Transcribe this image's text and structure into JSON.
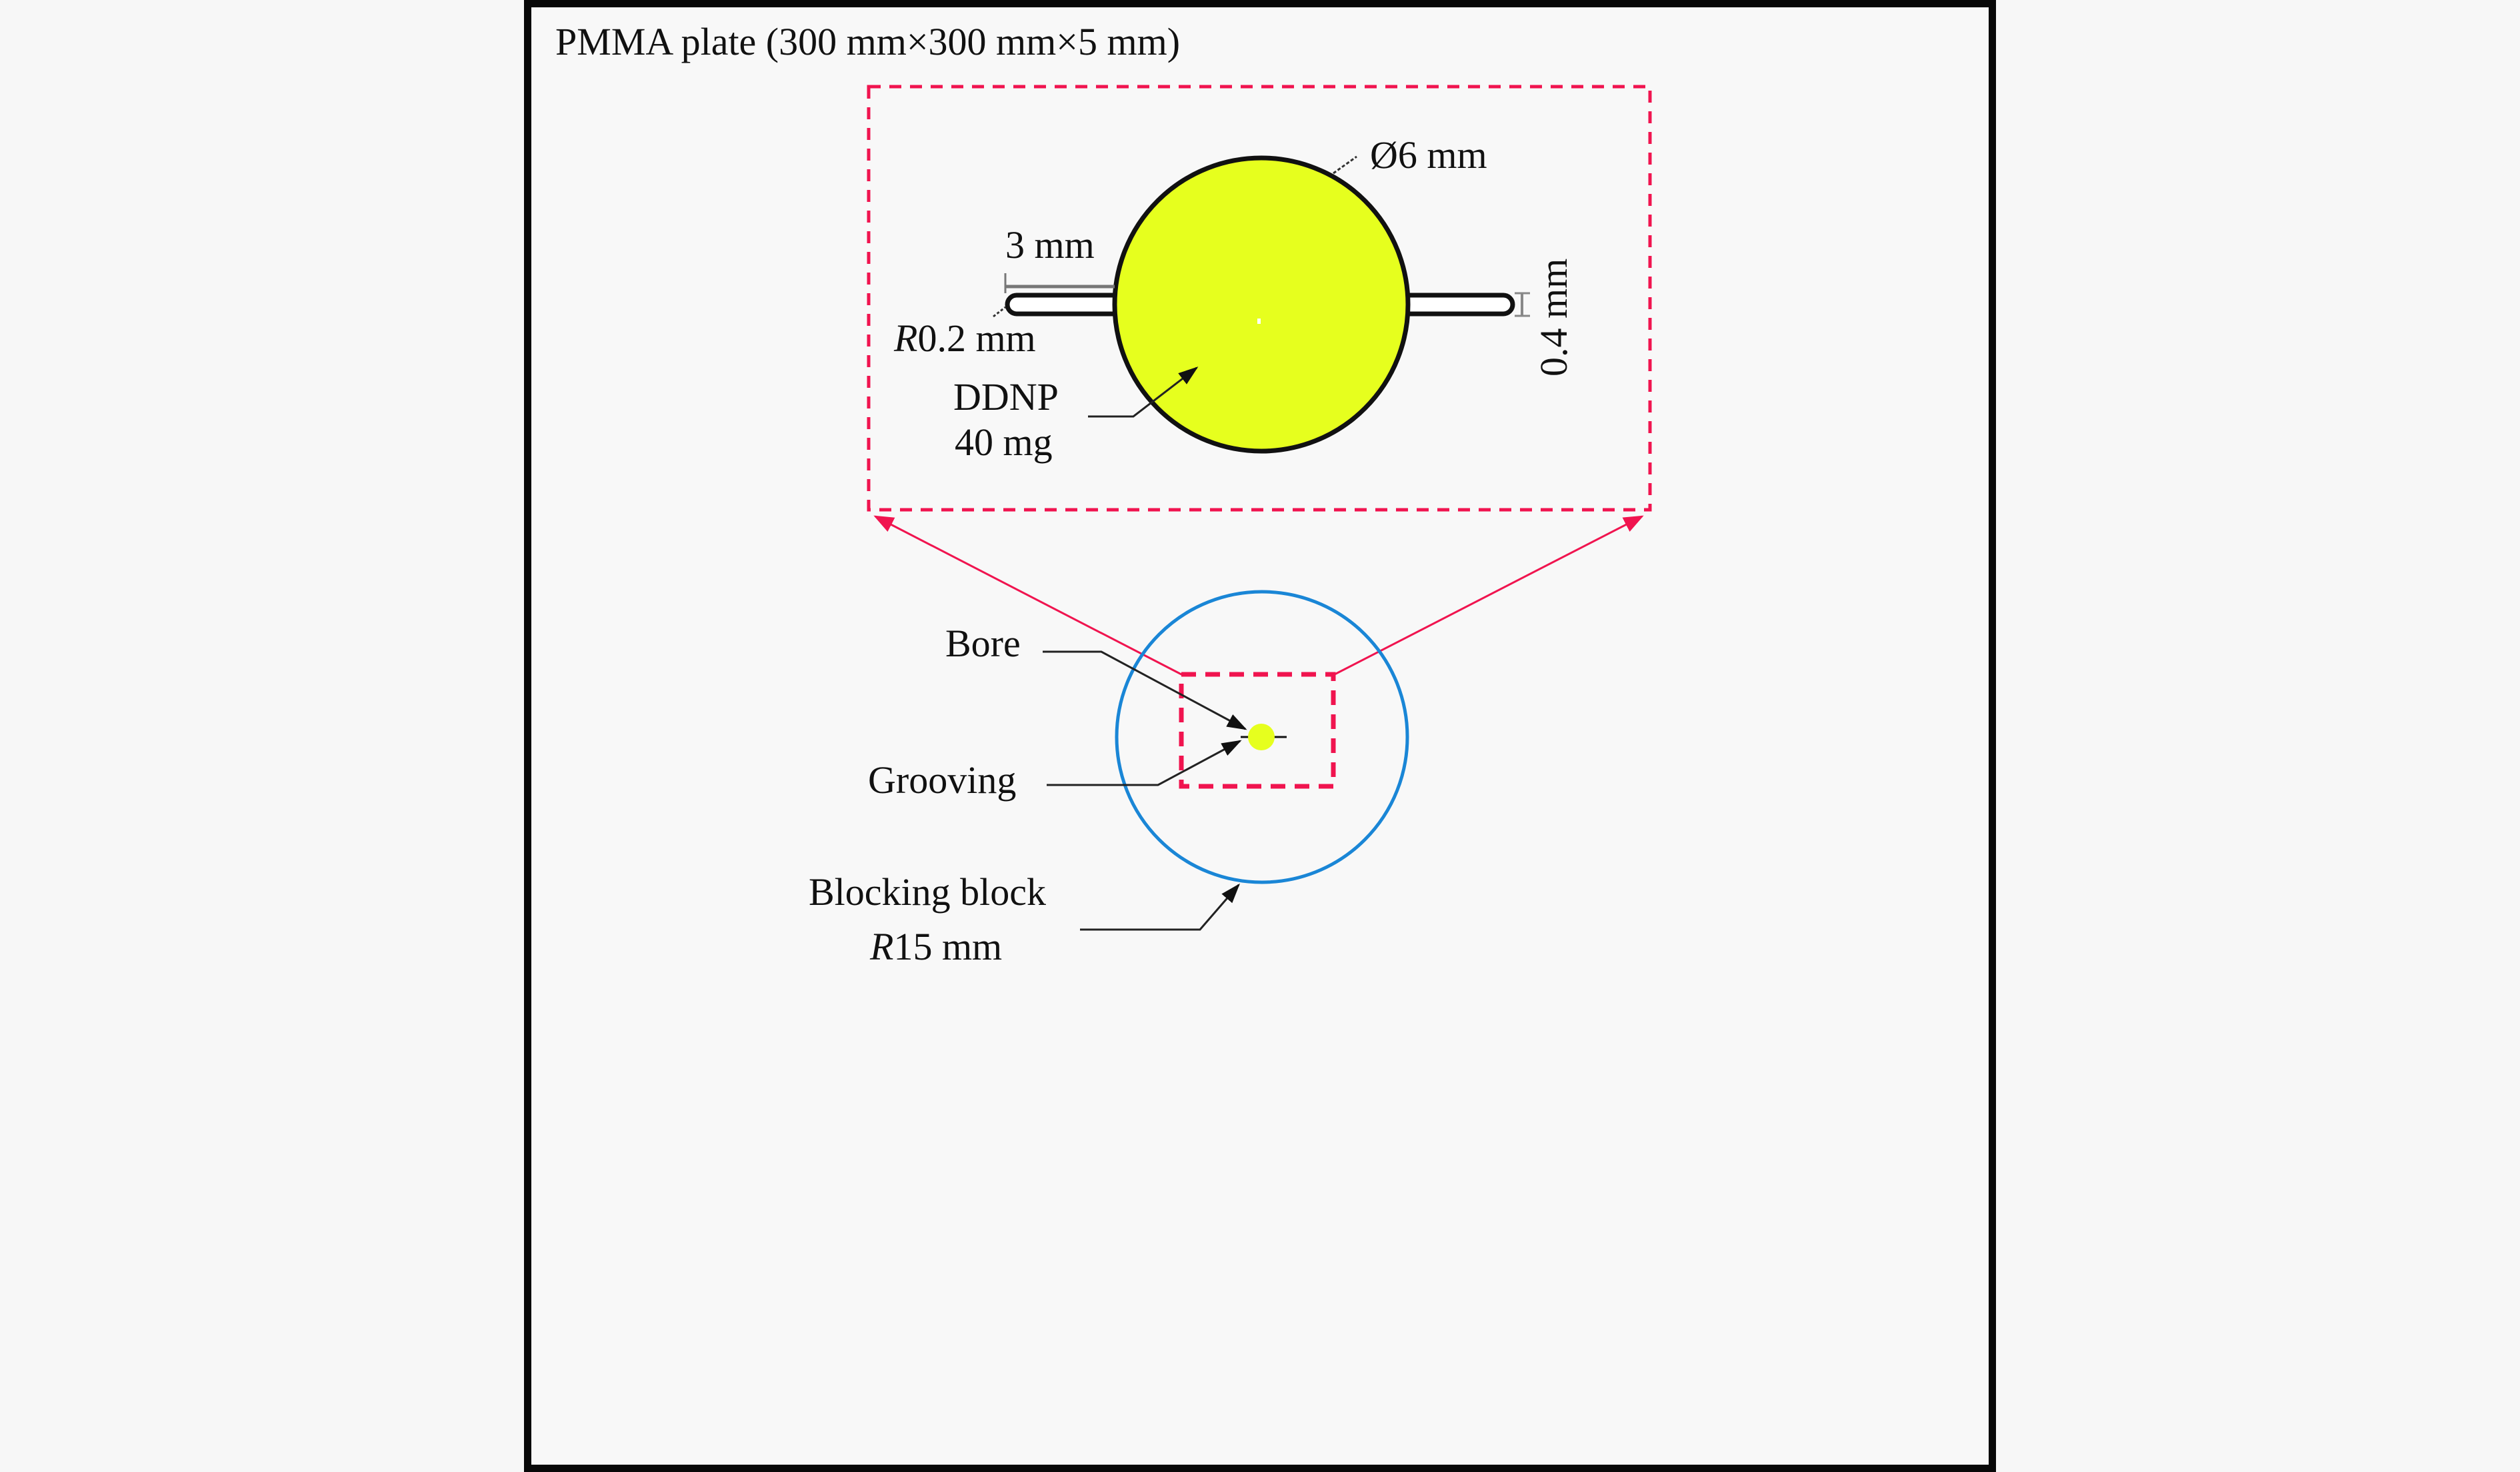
{
  "title": "PMMA plate (300 mm×300 mm×5 mm)",
  "detail_view": {
    "charge_diameter": "Ø6 mm",
    "groove_length": "3 mm",
    "groove_end_radius_italic": "R",
    "groove_end_radius_value": "0.2 mm",
    "groove_width": "0.4 mm",
    "explosive_name": "DDNP",
    "explosive_mass": "40 mg"
  },
  "overview": {
    "bore_label": "Bore",
    "grooving_label": "Grooving",
    "blocking_block_label": "Blocking block",
    "blocking_block_radius_italic": "R",
    "blocking_block_radius_value": "15 mm"
  },
  "colors": {
    "explosive_fill": "#e6ff1e",
    "blocking_block_stroke": "#1a86d6",
    "zoom_box_stroke": "#f0144f",
    "frame_border": "#080808",
    "background": "#f8f8f8"
  }
}
